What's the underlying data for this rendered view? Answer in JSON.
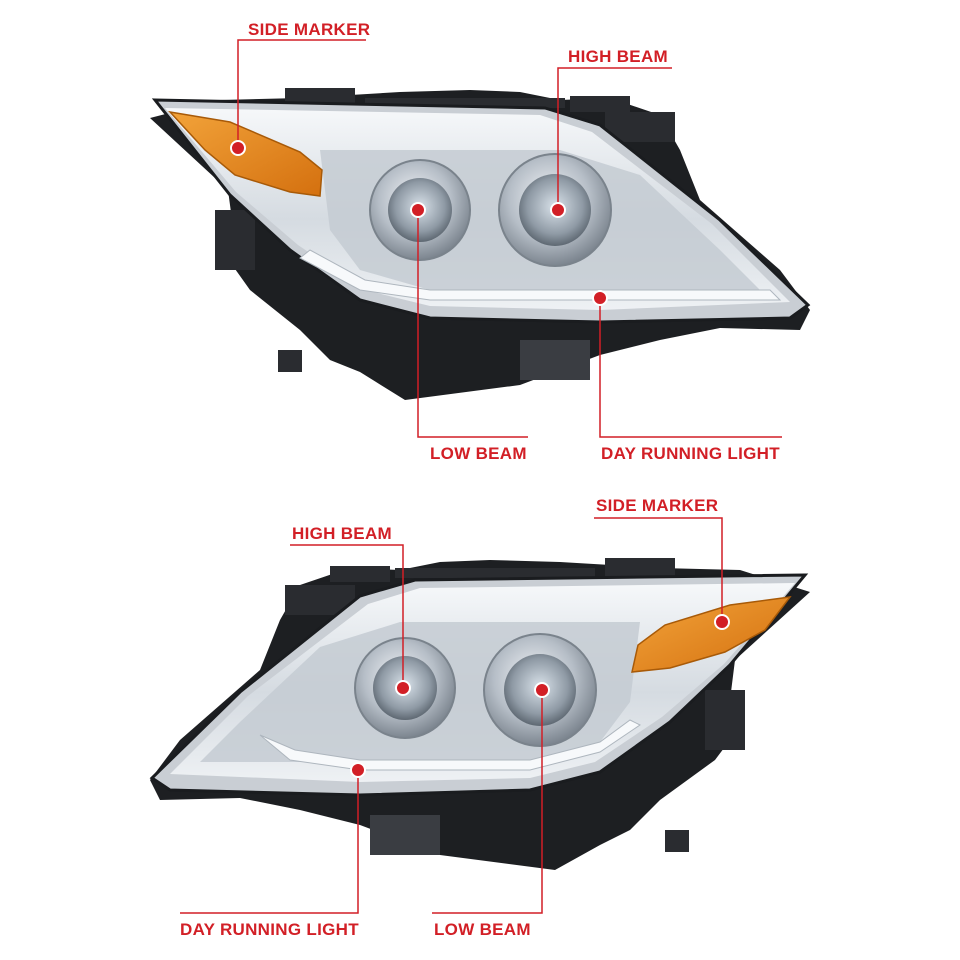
{
  "colors": {
    "callout": "#d21f26",
    "amber": "#e5851c",
    "housing": "#1d1f22",
    "chrome": "#d9dde2",
    "lens": "#eef2f6"
  },
  "top_headlight": {
    "labels": {
      "side_marker": "SIDE MARKER",
      "high_beam": "HIGH BEAM",
      "low_beam": "LOW BEAM",
      "day_running_light": "DAY RUNNING LIGHT"
    }
  },
  "bottom_headlight": {
    "labels": {
      "high_beam": "HIGH BEAM",
      "side_marker": "SIDE MARKER",
      "day_running_light": "DAY RUNNING LIGHT",
      "low_beam": "LOW BEAM"
    }
  }
}
